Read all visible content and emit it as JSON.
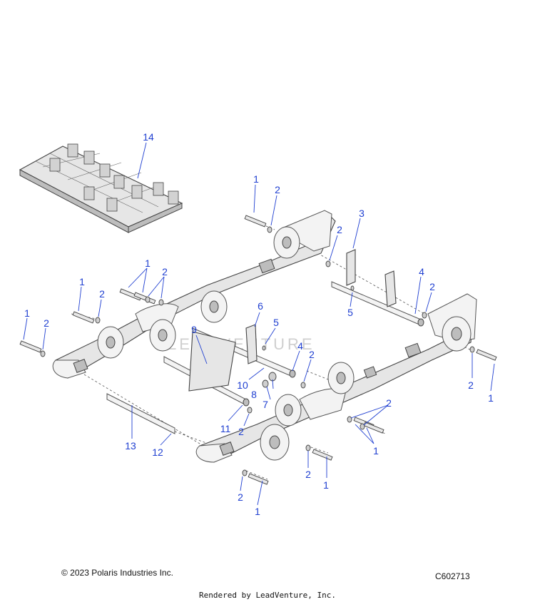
{
  "watermark_text": "LEADVENTURE",
  "footer": {
    "copyright": "© 2023 Polaris Industries Inc.",
    "diagram_code": "C602713",
    "rendered_by": "Rendered by LeadVenture, Inc."
  },
  "callouts": [
    {
      "id": "c14",
      "label": "14"
    },
    {
      "id": "c1a",
      "label": "1"
    },
    {
      "id": "c2a",
      "label": "2"
    },
    {
      "id": "c3",
      "label": "3"
    },
    {
      "id": "c2b",
      "label": "2"
    },
    {
      "id": "c1b",
      "label": "1"
    },
    {
      "id": "c2c",
      "label": "2"
    },
    {
      "id": "c1c",
      "label": "1"
    },
    {
      "id": "c2d",
      "label": "2"
    },
    {
      "id": "c1d",
      "label": "1"
    },
    {
      "id": "c2e",
      "label": "2"
    },
    {
      "id": "c4a",
      "label": "4"
    },
    {
      "id": "c2f",
      "label": "2"
    },
    {
      "id": "c5a",
      "label": "5"
    },
    {
      "id": "c6",
      "label": "6"
    },
    {
      "id": "c5b",
      "label": "5"
    },
    {
      "id": "c9",
      "label": "9"
    },
    {
      "id": "c4b",
      "label": "4"
    },
    {
      "id": "c2g",
      "label": "2"
    },
    {
      "id": "c10",
      "label": "10"
    },
    {
      "id": "c8",
      "label": "8"
    },
    {
      "id": "c7",
      "label": "7"
    },
    {
      "id": "c11",
      "label": "11"
    },
    {
      "id": "c2h",
      "label": "2"
    },
    {
      "id": "c13",
      "label": "13"
    },
    {
      "id": "c12",
      "label": "12"
    },
    {
      "id": "c2i",
      "label": "2"
    },
    {
      "id": "c1e",
      "label": "1"
    },
    {
      "id": "c2j",
      "label": "2"
    },
    {
      "id": "c1f",
      "label": "1"
    },
    {
      "id": "c2k",
      "label": "2"
    },
    {
      "id": "c1g",
      "label": "1"
    },
    {
      "id": "c2l",
      "label": "2"
    },
    {
      "id": "c1h",
      "label": "1"
    }
  ]
}
